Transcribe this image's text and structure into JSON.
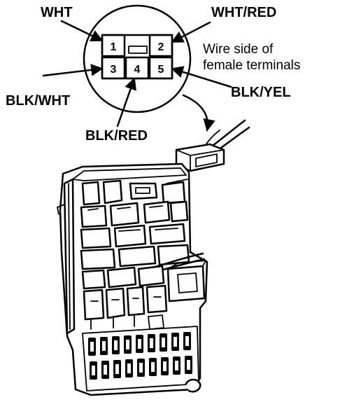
{
  "diagram": {
    "connector_pins": [
      {
        "number": "1",
        "wire": "WHT"
      },
      {
        "number": "2",
        "wire": "WHT/RED"
      },
      {
        "number": "3",
        "wire": "BLK/WHT"
      },
      {
        "number": "4",
        "wire": "BLK/RED"
      },
      {
        "number": "5",
        "wire": "BLK/YEL"
      }
    ],
    "note": {
      "line1": "Wire side of",
      "line2": "female terminals"
    }
  }
}
